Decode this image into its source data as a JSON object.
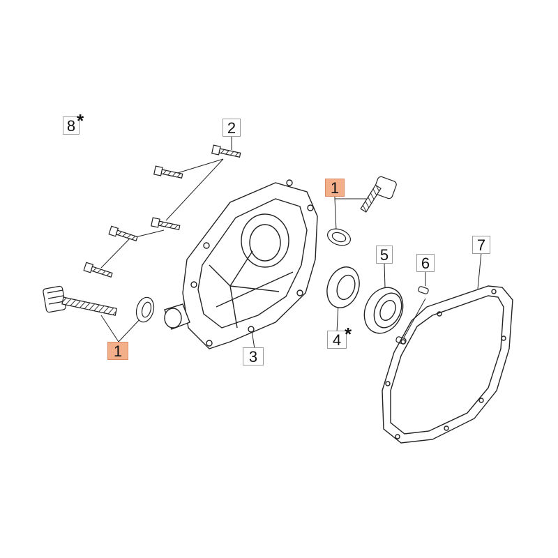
{
  "callouts": {
    "c8": "8",
    "c2": "2",
    "c1_top": "1",
    "c5": "5",
    "c6": "6",
    "c7": "7",
    "c4": "4",
    "c3": "3",
    "c1_bottom": "1"
  },
  "stars": {
    "s8": "*",
    "s4": "*"
  },
  "colors": {
    "highlight": "#f3ae8a",
    "line": "#222222",
    "fill": "#ffffff",
    "shade": "#bdbdbd"
  }
}
